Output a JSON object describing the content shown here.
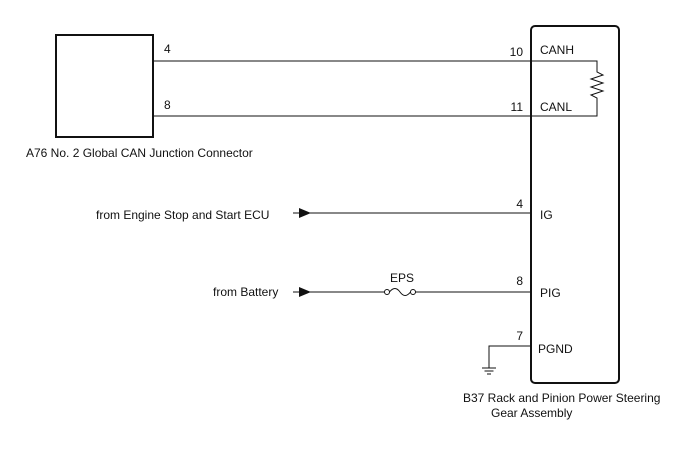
{
  "connector_a76": {
    "label": "A76  No. 2 Global CAN Junction Connector",
    "pin_top": "4",
    "pin_bottom": "8"
  },
  "ecu_b37": {
    "label_line1": "B37  Rack and Pinion Power Steering",
    "label_line2": "Gear Assembly",
    "pins": [
      {
        "number": "10",
        "name": "CANH"
      },
      {
        "number": "11",
        "name": "CANL"
      },
      {
        "number": "4",
        "name": "IG"
      },
      {
        "number": "8",
        "name": "PIG"
      },
      {
        "number": "7",
        "name": "PGND"
      }
    ]
  },
  "inputs": {
    "engine_stop_start": "from Engine Stop and Start ECU",
    "battery": "from Battery"
  },
  "fuse": {
    "label": "EPS"
  }
}
